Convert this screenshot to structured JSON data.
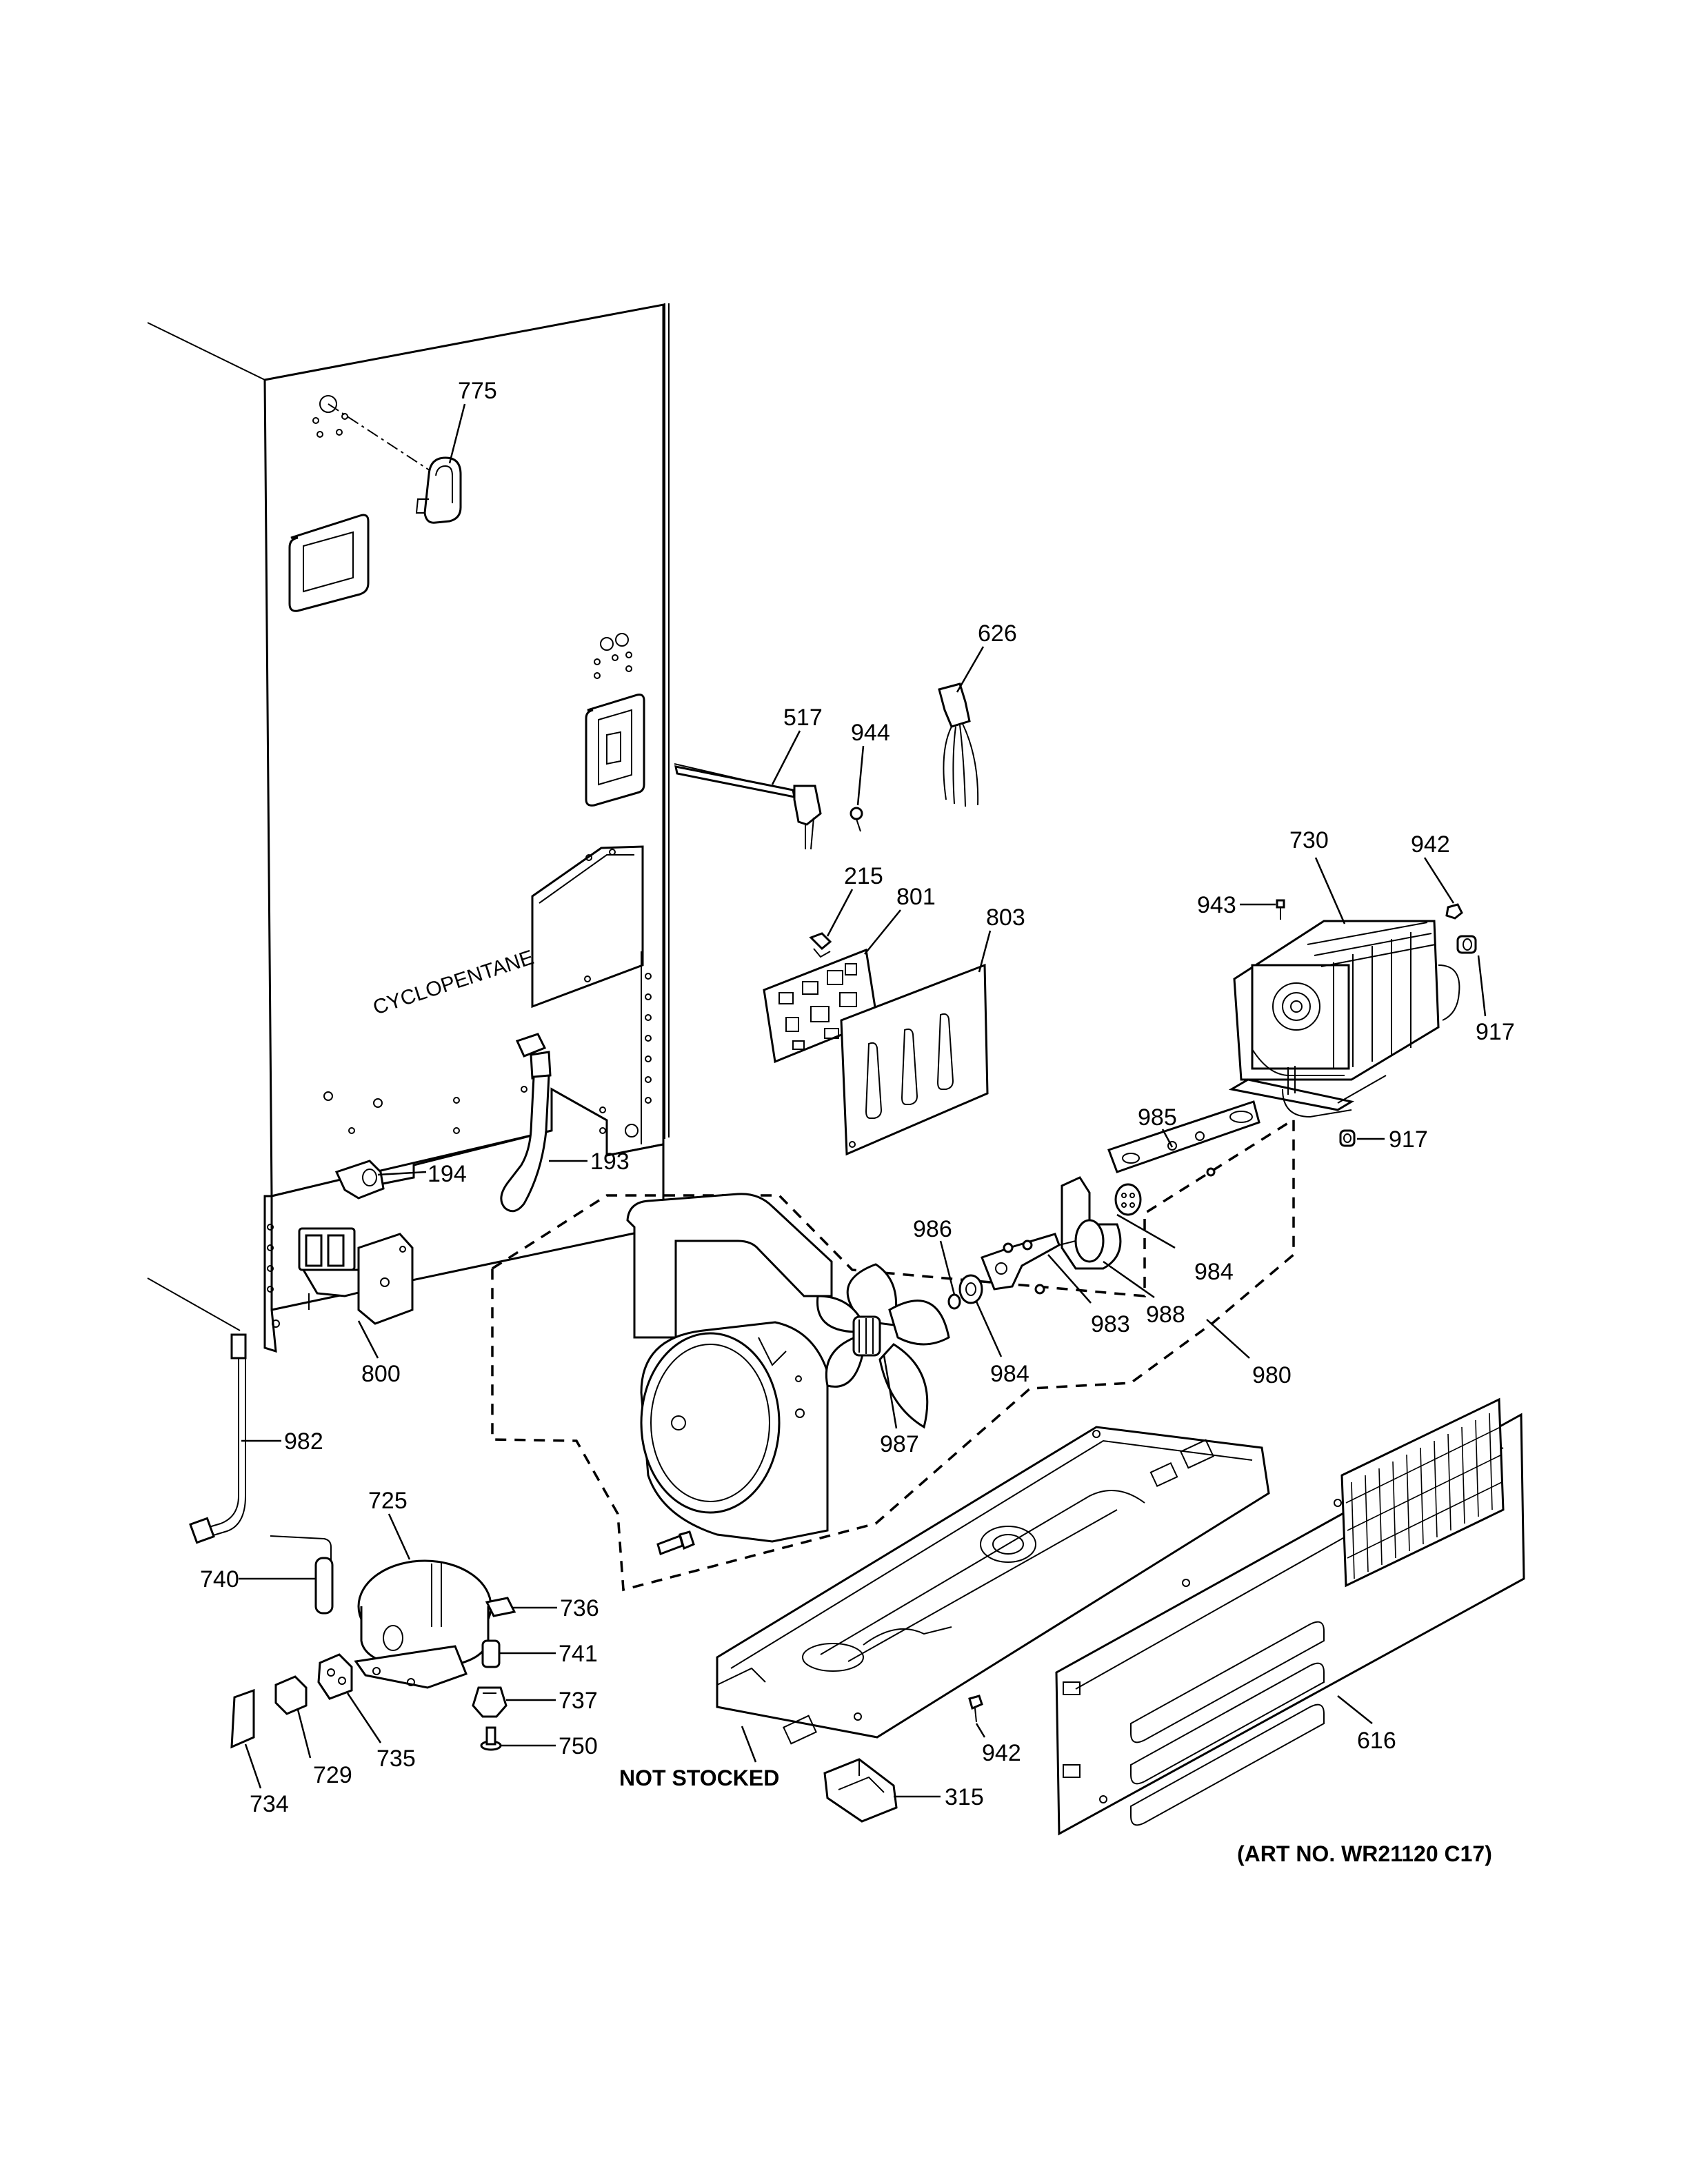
{
  "labels": {
    "l775": "775",
    "l626": "626",
    "l517": "517",
    "l944": "944",
    "l215": "215",
    "l801": "801",
    "l803": "803",
    "l730": "730",
    "l942a": "942",
    "l943": "943",
    "l917a": "917",
    "l917b": "917",
    "l985": "985",
    "l986": "986",
    "l984a": "984",
    "l984b": "984",
    "l988": "988",
    "l983": "983",
    "l980": "980",
    "l987": "987",
    "l194": "194",
    "l193": "193",
    "l800": "800",
    "l982": "982",
    "l725": "725",
    "l740": "740",
    "l736": "736",
    "l741": "741",
    "l737": "737",
    "l750": "750",
    "l735": "735",
    "l729": "729",
    "l734": "734",
    "l616": "616",
    "l942b": "942",
    "l315": "315"
  },
  "notes": {
    "cabinet_text": "CYCLOPENTANE",
    "not_stocked": "NOT STOCKED",
    "art_no": "(ART NO. WR21120 C17)"
  }
}
